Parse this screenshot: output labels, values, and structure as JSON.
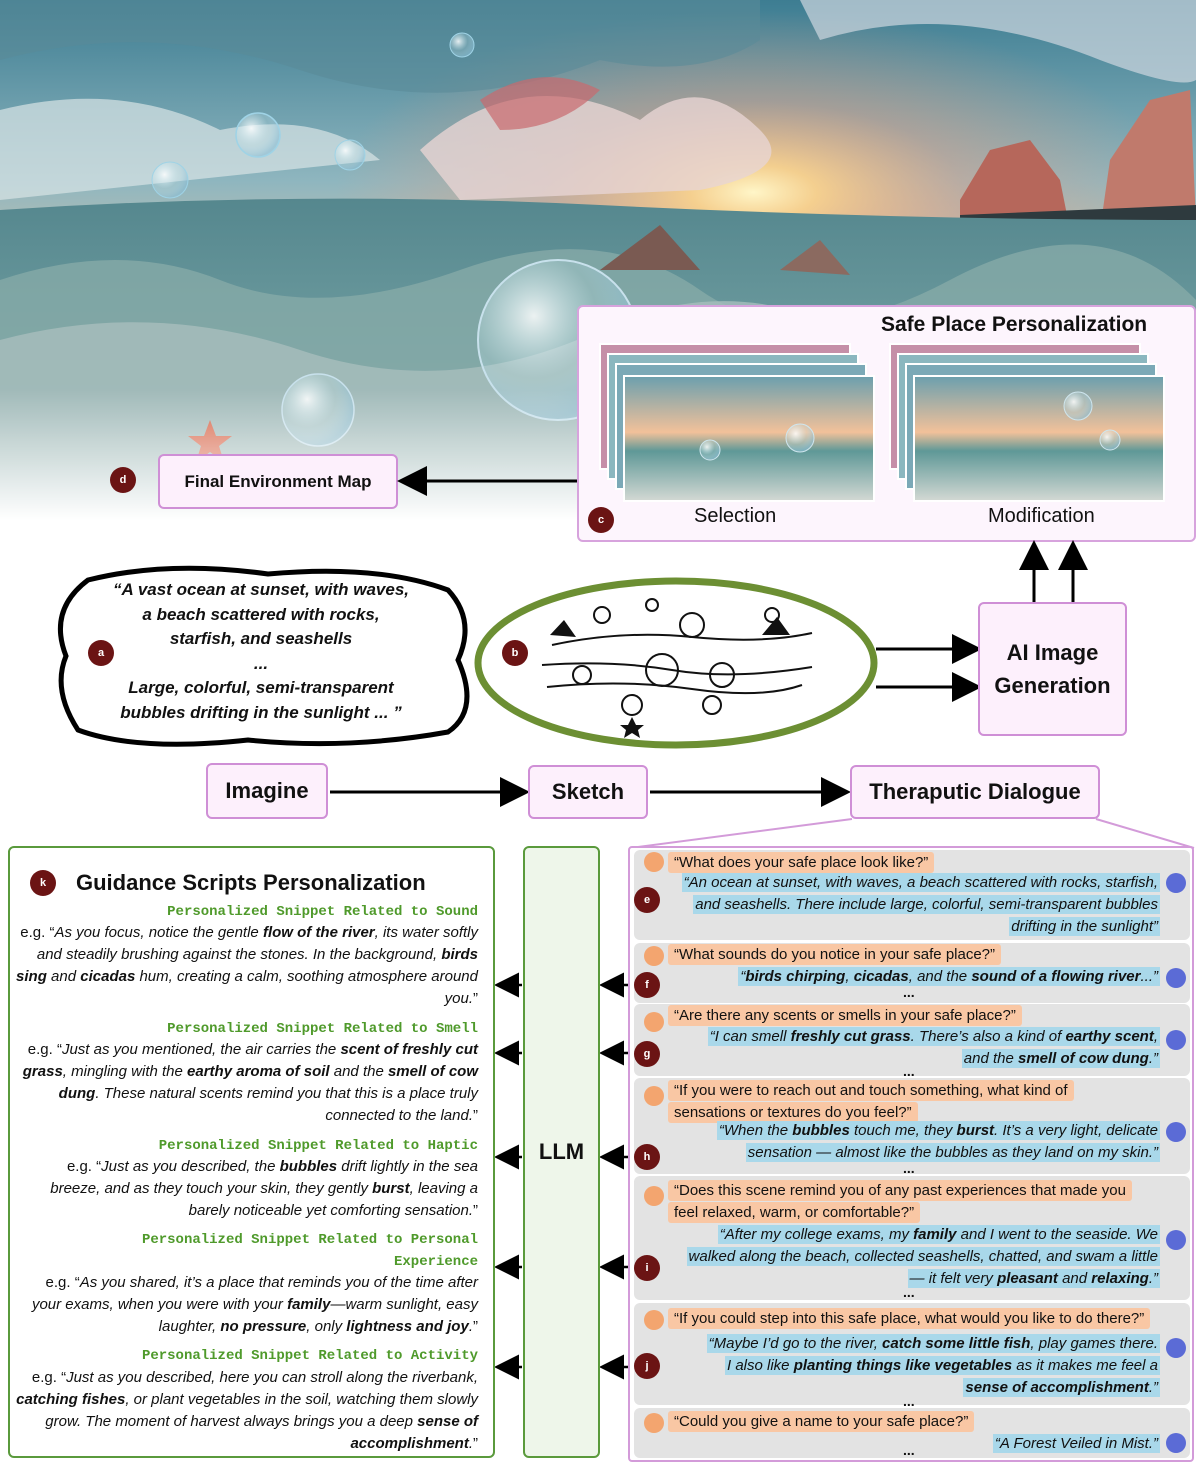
{
  "badges": {
    "a": "a",
    "b": "b",
    "c": "c",
    "d": "d",
    "e": "e",
    "f": "f",
    "g": "g",
    "h": "h",
    "i": "i",
    "j": "j",
    "k": "k"
  },
  "final_env_map": "Final Environment Map",
  "personalization": {
    "title": "Safe Place Personalization",
    "selection": "Selection",
    "modification": "Modification"
  },
  "imagine_prompt": {
    "line1": "“A vast ocean at sunset, with waves,",
    "line2": "a beach scattered with rocks,",
    "line3": "starfish, and seashells",
    "line4": "...",
    "line5": "Large, colorful, semi-transparent",
    "line6": "bubbles drifting in the sunlight ... ”"
  },
  "ai_gen": {
    "line1": "AI Image",
    "line2": "Generation"
  },
  "flow": {
    "imagine": "Imagine",
    "sketch": "Sketch",
    "dialogue": "Theraputic Dialogue"
  },
  "llm": "LLM",
  "guidance": {
    "title": "Guidance Scripts Personalization",
    "snippets": [
      {
        "heading": "Personalized Snippet Related to Sound"
      },
      {
        "heading": "Personalized Snippet Related to Smell"
      },
      {
        "heading": "Personalized Snippet Related to Haptic"
      },
      {
        "heading1": "Personalized Snippet Related to Personal",
        "heading2": "Experience"
      },
      {
        "heading": "Personalized Snippet Related to Activity"
      }
    ],
    "sound": [
      "e.g. “",
      "As you focus, notice the gentle ",
      "flow of the river",
      ", its water softly and steadily brushing against the stones. In the background, ",
      "birds sing",
      " and ",
      "cicadas",
      " hum, creating a calm, soothing atmosphere around you.",
      "”"
    ],
    "smell": [
      "e.g. “",
      "Just as you mentioned, the air carries the ",
      "scent of freshly cut grass",
      ", mingling with the ",
      "earthy aroma of soil",
      " and the ",
      "smell of cow dung",
      ". These natural scents remind you that this is a place truly connected to the land.",
      "”"
    ],
    "haptic": [
      "e.g. “",
      "Just as you described, the ",
      "bubbles",
      " drift lightly in the sea breeze, and as they touch your skin, they gently ",
      "burst",
      ", leaving a barely noticeable yet comforting sensation.",
      "”"
    ],
    "personal": [
      "e.g. “",
      "As you shared, it’s a place that reminds you of  the time after your exams, when you were with your ",
      "family",
      "—warm sunlight, easy laughter, ",
      "no pressure",
      ", only ",
      "lightness and joy",
      ".",
      "”"
    ],
    "activity": [
      "e.g. “",
      "Just as you described, here you can stroll along the riverbank, ",
      "catching fishes",
      ", or plant vegetables in the soil, watching them slowly grow. The moment of  harvest always brings you a deep ",
      "sense of accomplishment",
      ".",
      "”"
    ]
  },
  "dialogue": {
    "ellipsis": "...",
    "e": {
      "q": "“What does your safe place look like?”",
      "a1": "“An ocean at sunset, with waves, a beach scattered with rocks, starfish,",
      "a2": "and seashells. There include large, colorful, semi-transparent bubbles",
      "a3": "drifting in the sunlight”"
    },
    "f": {
      "q": "“What sounds do you notice in your safe place?”",
      "a": [
        "“",
        "birds chirping",
        ", ",
        "cicadas",
        ", and the ",
        "sound of a flowing river",
        "...”"
      ]
    },
    "g": {
      "q": "“Are there any scents or smells in your safe place?”",
      "a1": [
        "“I can smell ",
        "freshly cut grass",
        ". There’s also a kind of  ",
        "earthy scent",
        ","
      ],
      "a2": [
        "and the ",
        "smell of cow dung",
        ".”"
      ]
    },
    "h": {
      "q1": "“If you were to reach out and touch something, what kind of",
      "q2": "sensations or textures do you feel?”",
      "a1": [
        "“When the ",
        "bubbles",
        " touch me, they ",
        "burst",
        ". It’s a very light, delicate"
      ],
      "a2": "sensation — almost like the bubbles as they land on my skin.”"
    },
    "i": {
      "q1": "“Does this scene remind you of any past experiences that made you",
      "q2": "feel relaxed, warm, or comfortable?”",
      "a1": [
        "“After my college exams, my ",
        "family",
        " and I went to the seaside. We"
      ],
      "a2": "walked along the beach, collected seashells, chatted, and swam a little",
      "a3": [
        "— it felt very ",
        "pleasant",
        " and ",
        "relaxing",
        ".”"
      ]
    },
    "j": {
      "q": "“If you could step into this safe place, what would you like to do there?”",
      "a1": [
        "“Maybe I’d go to the river, ",
        "catch some little fish",
        ", play games there."
      ],
      "a2": [
        "I also like ",
        "planting things like vegetables",
        " as it makes me feel a"
      ],
      "a3": [
        "sense of accomplishment",
        ".”"
      ]
    },
    "k": {
      "q": "“Could you give a name to your safe place?”",
      "a": "“A Forest Veiled in Mist.”"
    }
  },
  "colors": {
    "badge": "#6b1414",
    "green": "#5a9a3c",
    "pink": "#cf8fd6",
    "question": "#f9c7a4",
    "answer": "#a9d8ea"
  }
}
